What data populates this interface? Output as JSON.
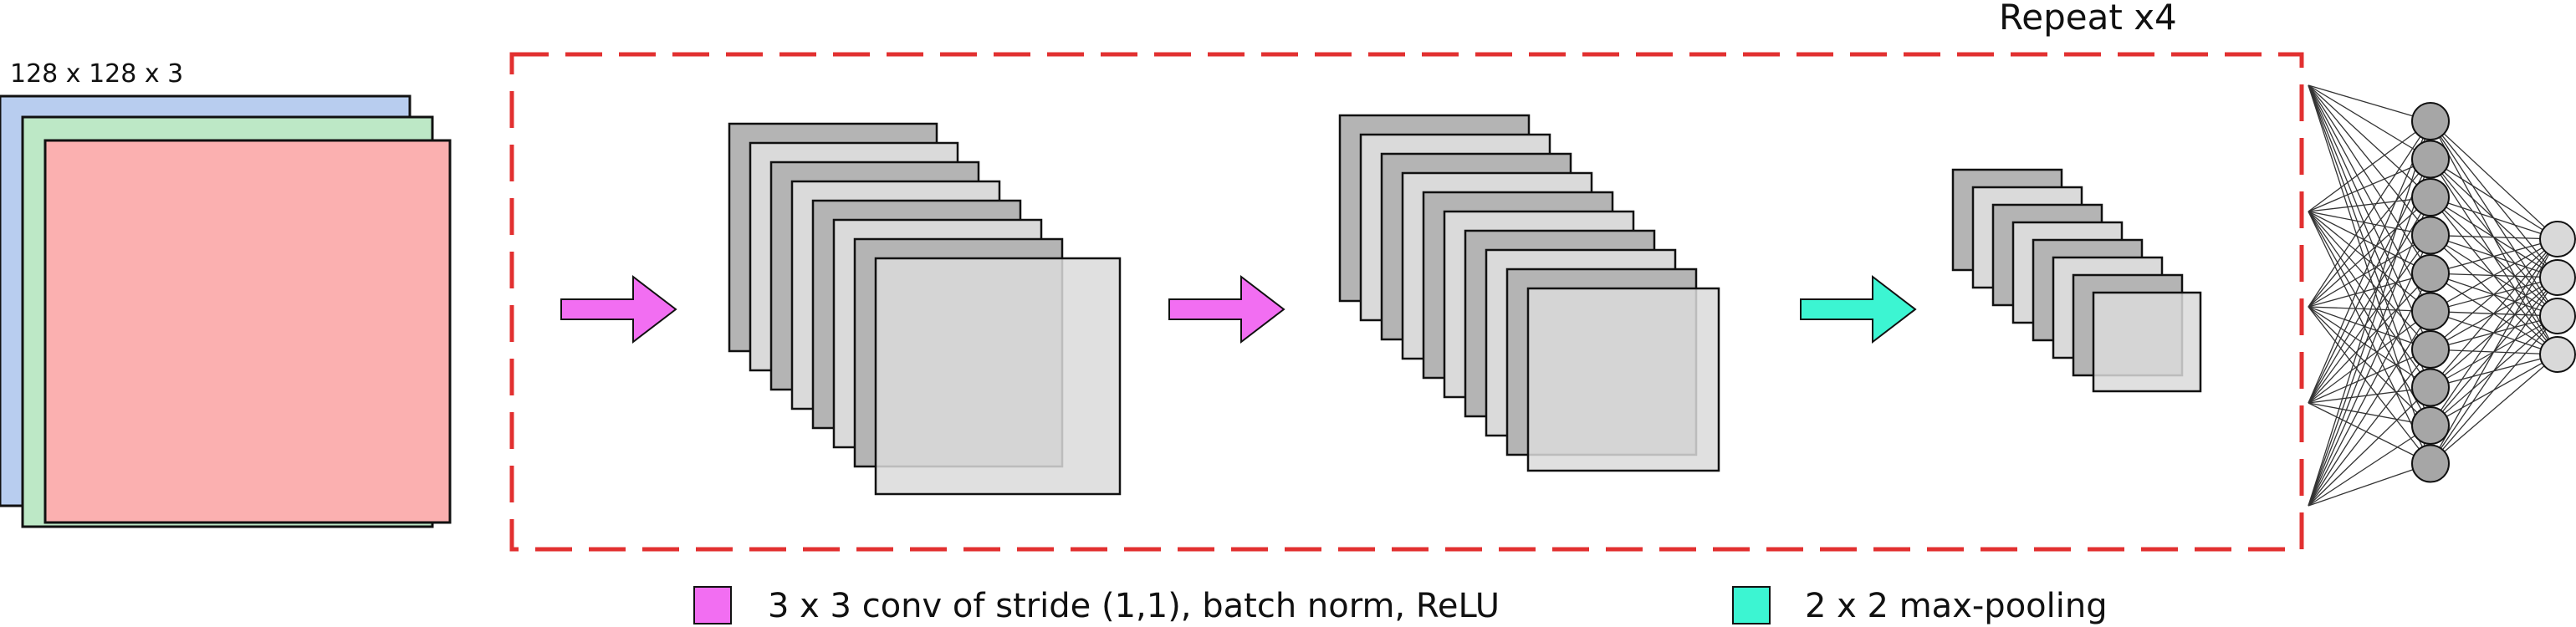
{
  "input": {
    "label": "128 x 128 x 3",
    "channel_colors": [
      "#b8cdef",
      "#bde8c6",
      "#fbb0b0"
    ]
  },
  "repeat_block": {
    "label": "Repeat x4",
    "border_color": "#e23030"
  },
  "feature_map_colors": {
    "dark": "#b4b4b4",
    "light": "#dadada",
    "border": "#111111"
  },
  "arrows": [
    {
      "name": "conv-arrow-1",
      "operation": "conv",
      "color": "#f26ef2"
    },
    {
      "name": "conv-arrow-2",
      "operation": "conv",
      "color": "#f26ef2"
    },
    {
      "name": "pool-arrow",
      "operation": "pool",
      "color": "#3cf5d2"
    }
  ],
  "network": {
    "hidden_units": 10,
    "output_units": 4,
    "hidden_color": "#a6a6a6",
    "output_color": "#d9d9d9"
  },
  "legend": [
    {
      "label": "3 x 3 conv of stride (1,1), batch norm, ReLU",
      "color": "#f26ef2"
    },
    {
      "label": "2 x 2 max-pooling",
      "color": "#3cf5d2"
    }
  ]
}
